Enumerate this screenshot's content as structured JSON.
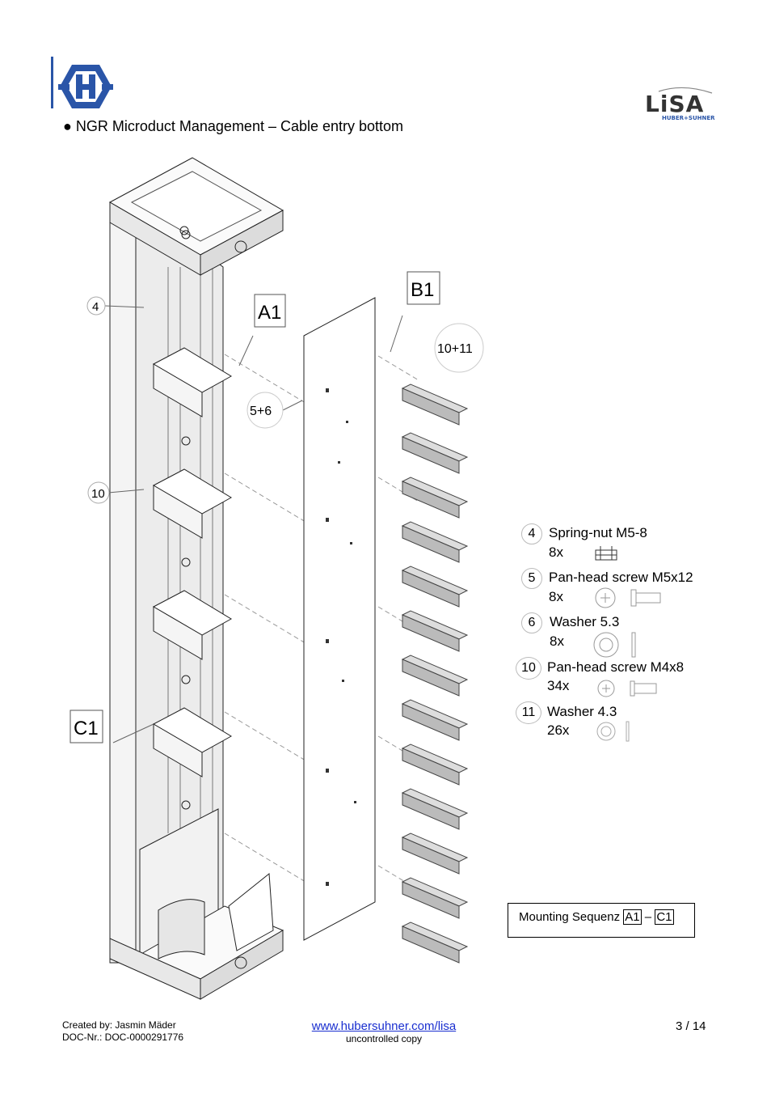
{
  "header": {
    "title": "● NGR Microduct Management – Cable entry bottom",
    "lisa_logo_text": "LiSA",
    "lisa_logo_sub": "HUBER+SUHNER"
  },
  "drawing": {
    "callouts": {
      "A1": "A1",
      "B1": "B1",
      "C1": "C1",
      "c4": "4",
      "c10": "10",
      "c56": "5+6",
      "c1011": "10+11"
    }
  },
  "parts": [
    {
      "num": "4",
      "name": "Spring-nut M5-8",
      "qty": "8x",
      "icon": "spring-nut-icon"
    },
    {
      "num": "5",
      "name": "Pan-head screw M5x12",
      "qty": "8x",
      "icon": "screw-icon"
    },
    {
      "num": "6",
      "name": "Washer 5.3",
      "qty": "8x",
      "icon": "washer-icon"
    },
    {
      "num": "10",
      "name": "Pan-head screw M4x8",
      "qty": "34x",
      "icon": "screw-icon"
    },
    {
      "num": "11",
      "name": "Washer 4.3",
      "qty": "26x",
      "icon": "washer-icon"
    }
  ],
  "sequence": {
    "label": "Mounting Sequenz",
    "from": "A1",
    "dash": "–",
    "to": "C1"
  },
  "footer": {
    "created_by": "Created by: Jasmin Mäder",
    "doc_nr": "DOC-Nr.: DOC-0000291776",
    "link": "www.hubersuhner.com/lisa",
    "uncontrolled": "uncontrolled copy",
    "page": "3 / 14"
  },
  "colors": {
    "brand_blue": "#2a55a8",
    "link_blue": "#1a2fd0"
  }
}
